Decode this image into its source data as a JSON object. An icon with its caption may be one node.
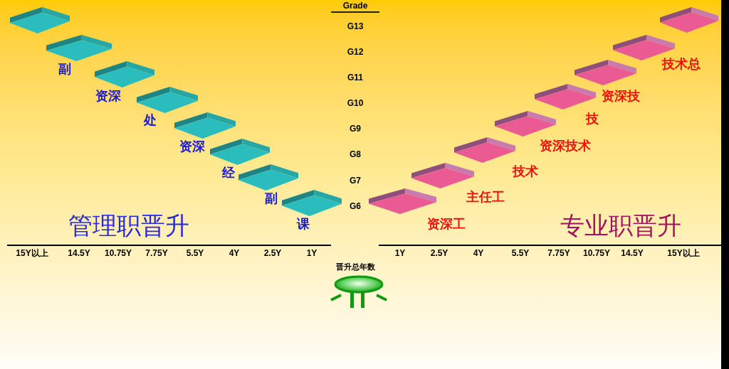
{
  "diagram": {
    "nodes": [
      {
        "text": [],
        "shape": "box"
      },
      {
        "text": [],
        "shape": "box",
        "beside": [
          "副"
        ]
      },
      {
        "text": [],
        "shape": "box",
        "beside": [
          "资深"
        ]
      },
      {
        "text": [],
        "shape": "box",
        "beside": [
          "处"
        ]
      },
      {
        "text": [],
        "shape": "box",
        "beside": [
          "资深"
        ]
      },
      {
        "text": [],
        "shape": "box",
        "beside": [
          "经"
        ]
      },
      {
        "text": [],
        "shape": "box",
        "beside": [
          "副"
        ]
      },
      {
        "text": [],
        "shape": "box",
        "beside": [
          "课"
        ]
      },
      {
        "text": [],
        "shape": "box"
      },
      {
        "text": [],
        "shape": "box",
        "beside": [
          "技术总"
        ]
      },
      {
        "text": [],
        "shape": "box",
        "beside": [
          "资深技"
        ]
      },
      {
        "text": [],
        "shape": "box",
        "beside": [
          "技"
        ]
      },
      {
        "text": [],
        "shape": "box",
        "beside": [
          "资深技术"
        ]
      },
      {
        "text": [],
        "shape": "box",
        "beside": [
          "技术"
        ]
      },
      {
        "text": [],
        "shape": "box",
        "beside": [
          "主任工"
        ]
      },
      {
        "text": [],
        "shape": "box",
        "beside": [
          "资深工"
        ]
      }
    ],
    "labels": [
      "Grade",
      "G13",
      "G12",
      "G11",
      "G10",
      "G9",
      "G8",
      "G7",
      "G6",
      "管理职晋升",
      "专业职晋升",
      "15Y以上",
      "14.5Y",
      "10.75Y",
      "7.75Y",
      "5.5Y",
      "4Y",
      "2.5Y",
      "1Y",
      "1Y",
      "2.5Y",
      "4Y",
      "5.5Y",
      "7.75Y",
      "10.75Y",
      "14.5Y",
      "15Y以上",
      "晋升总年数"
    ]
  }
}
